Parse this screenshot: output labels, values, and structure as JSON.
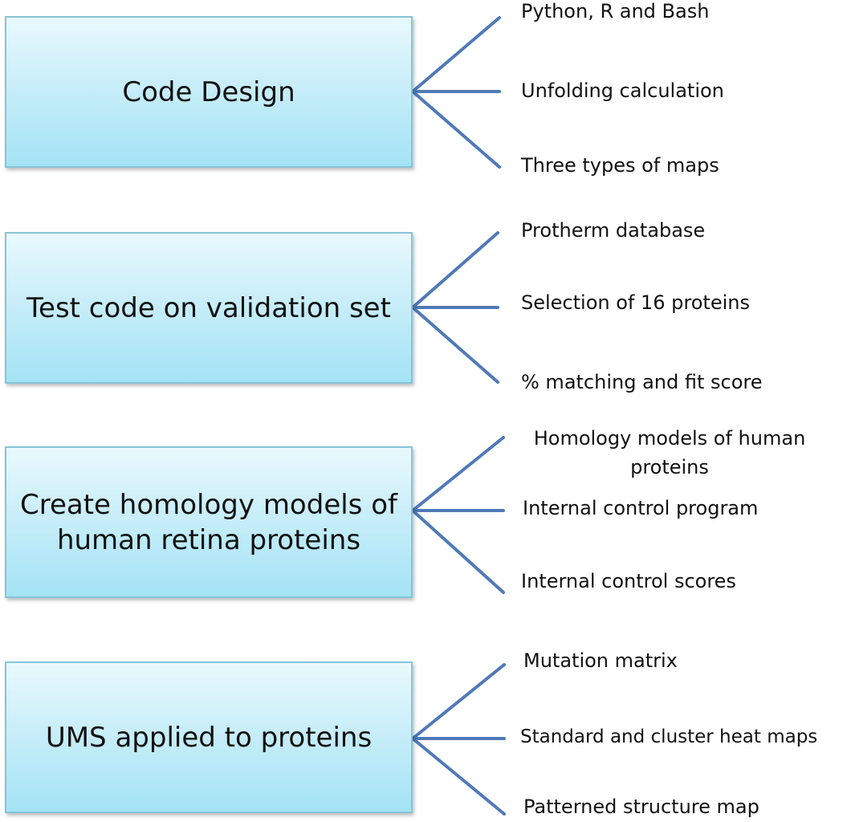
{
  "boxes": [
    {
      "label_lines": [
        "Code Design"
      ],
      "items": [
        "Python, R and Bash",
        "Unfolding calculation",
        "Three types of maps"
      ]
    },
    {
      "label_lines": [
        "Test code on validation set"
      ],
      "items": [
        "Protherm database",
        "Selection of 16 proteins",
        "% matching and fit score"
      ]
    },
    {
      "label_lines": [
        "Create homology models of",
        "human retina proteins"
      ],
      "items": [
        "Homology models of human proteins",
        "Internal control program",
        "Internal control scores"
      ],
      "first_item_lines": [
        "Homology models of human",
        "proteins"
      ]
    },
    {
      "label_lines": [
        "UMS applied to proteins"
      ],
      "items": [
        "Mutation matrix",
        "Standard and cluster heat maps",
        "Patterned structure map"
      ]
    }
  ],
  "colors": {
    "box_border": "#86c5d8",
    "box_fill_top": "#e9f9fd",
    "box_fill_bottom": "#a4e3f6",
    "connector": "#4f79b8"
  }
}
